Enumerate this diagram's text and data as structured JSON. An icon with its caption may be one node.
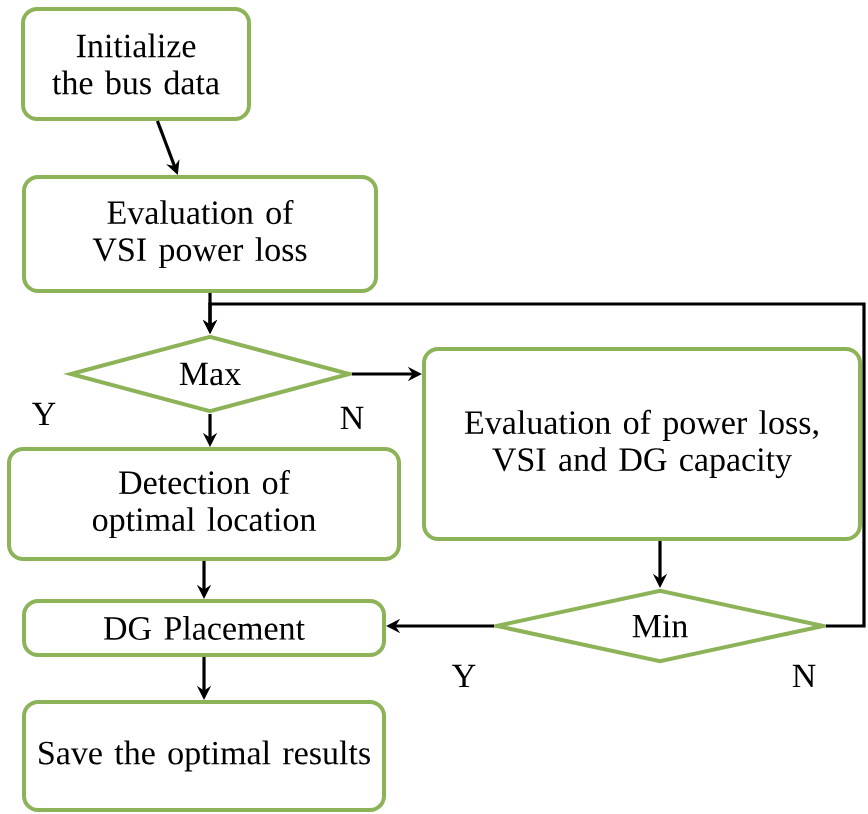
{
  "diagram": {
    "nodes": [
      {
        "text": [
          "Initialize the bus data"
        ]
      },
      {
        "text": [
          "Evaluation of VSI power loss"
        ]
      },
      {
        "text": [
          "Max"
        ]
      },
      {
        "text": [
          "Detection of optimal location"
        ]
      },
      {
        "text": [
          "Evaluation of power loss, VSI and DG capacity"
        ]
      },
      {
        "text": [
          "Min"
        ]
      },
      {
        "text": [
          "DG Placement"
        ]
      },
      {
        "text": [
          "Save the optimal results"
        ]
      }
    ],
    "edges": [
      {
        "from": 0,
        "to": 1,
        "arrow": "to"
      },
      {
        "from": 1,
        "to": 2,
        "arrow": "to"
      },
      {
        "from": 2,
        "to": 3,
        "arrow": "to",
        "label": "Y"
      },
      {
        "from": 2,
        "to": 4,
        "arrow": "to",
        "label": "N"
      },
      {
        "from": 3,
        "to": 6,
        "arrow": "to"
      },
      {
        "from": 4,
        "to": 5,
        "arrow": "to"
      },
      {
        "from": 5,
        "to": 6,
        "arrow": "to",
        "label": "Y"
      },
      {
        "from": 5,
        "to": 2,
        "arrow": "to",
        "label": "N"
      },
      {
        "from": 6,
        "to": 7,
        "arrow": "to"
      }
    ]
  }
}
